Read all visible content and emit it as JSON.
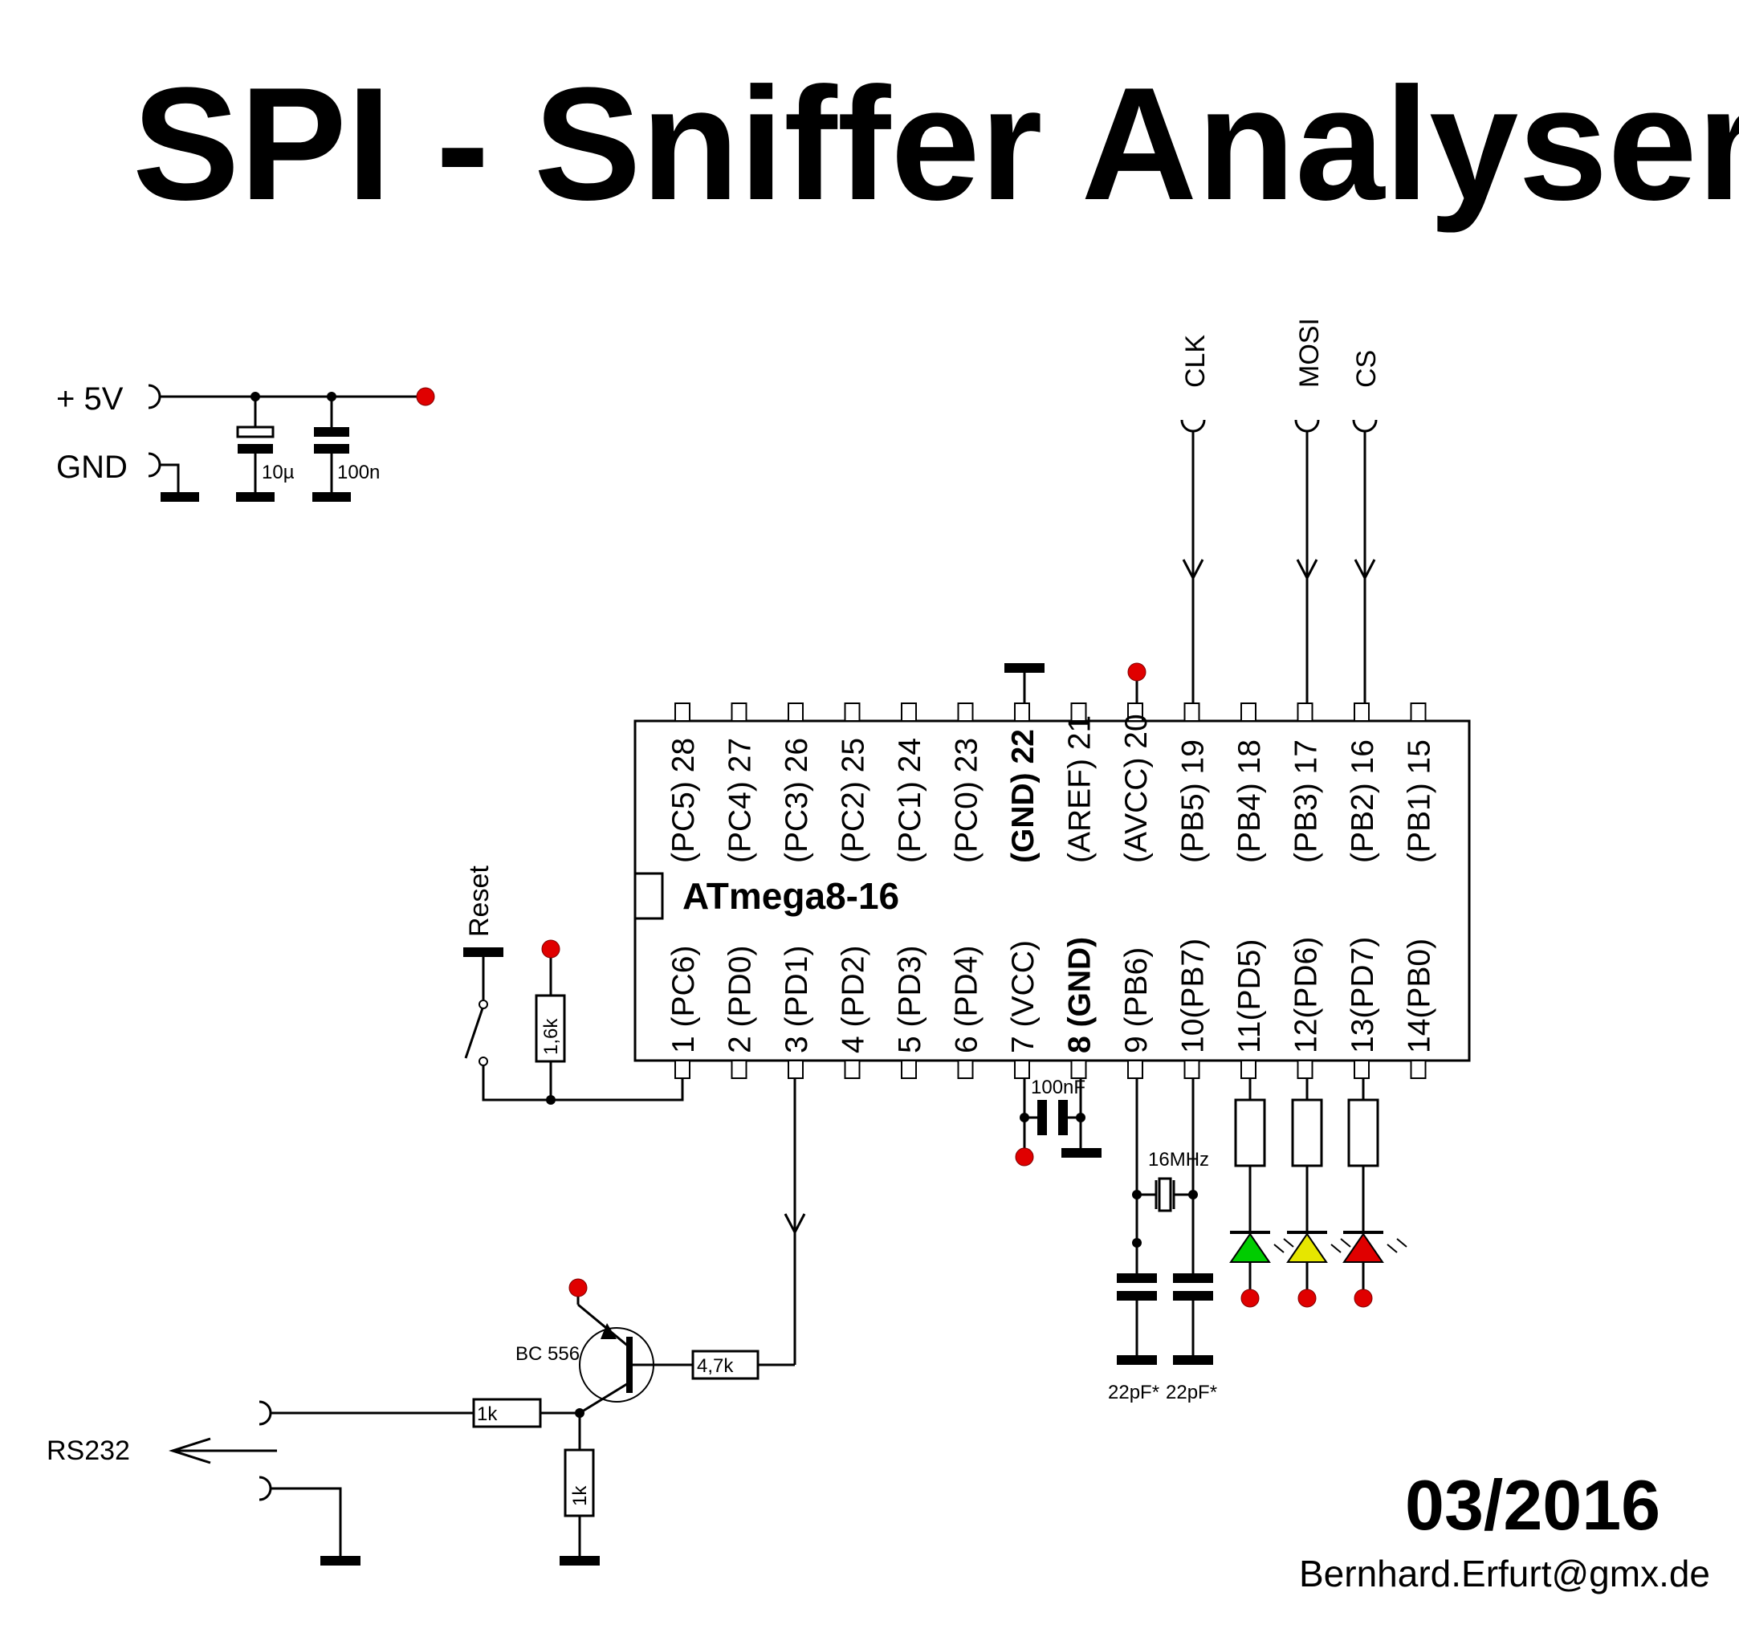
{
  "title": "SPI - Sniffer Analyser",
  "power": {
    "vcc_label": "+ 5V",
    "gnd_label": "GND",
    "c1": "10µ",
    "c2": "100n"
  },
  "spi": {
    "clk": "CLK",
    "mosi": "MOSI",
    "cs": "CS"
  },
  "chip": {
    "name": "ATmega8-16",
    "top_pins": [
      {
        "label": "(PC5) 28",
        "bold": false
      },
      {
        "label": "(PC4) 27",
        "bold": false
      },
      {
        "label": "(PC3) 26",
        "bold": false
      },
      {
        "label": "(PC2) 25",
        "bold": false
      },
      {
        "label": "(PC1) 24",
        "bold": false
      },
      {
        "label": "(PC0) 23",
        "bold": false
      },
      {
        "label": "(GND) 22",
        "bold": true
      },
      {
        "label": "(AREF) 21",
        "bold": false
      },
      {
        "label": "(AVCC) 20",
        "bold": false
      },
      {
        "label": "(PB5) 19",
        "bold": false
      },
      {
        "label": "(PB4) 18",
        "bold": false
      },
      {
        "label": "(PB3) 17",
        "bold": false
      },
      {
        "label": "(PB2) 16",
        "bold": false
      },
      {
        "label": "(PB1) 15",
        "bold": false
      }
    ],
    "bottom_pins": [
      {
        "label": "1 (PC6)",
        "bold": false
      },
      {
        "label": "2 (PD0)",
        "bold": false
      },
      {
        "label": "3 (PD1)",
        "bold": false
      },
      {
        "label": "4 (PD2)",
        "bold": false
      },
      {
        "label": "5 (PD3)",
        "bold": false
      },
      {
        "label": "6 (PD4)",
        "bold": false
      },
      {
        "label": "7 (VCC)",
        "bold": false
      },
      {
        "label": "8 (GND)",
        "bold": true
      },
      {
        "label": "9 (PB6)",
        "bold": false
      },
      {
        "label": "10(PB7)",
        "bold": false
      },
      {
        "label": "11(PD5)",
        "bold": false
      },
      {
        "label": "12(PD6)",
        "bold": false
      },
      {
        "label": "13(PD7)",
        "bold": false
      },
      {
        "label": "14(PB0)",
        "bold": false
      }
    ]
  },
  "reset": {
    "label": "Reset",
    "resistor": "1,6k"
  },
  "decoupling": {
    "label": "100nF"
  },
  "crystal": {
    "label": "16MHz",
    "c_left": "22pF*",
    "c_right": "22pF*"
  },
  "leds": {
    "colors": [
      "#00cc00",
      "#e6e600",
      "#e00000"
    ]
  },
  "transistor": {
    "label": "BC 556",
    "r_base": "4,7k",
    "r_out": "1k",
    "r_pull": "1k"
  },
  "rs232": {
    "label": "RS232"
  },
  "colors": {
    "supply_dot": "#e00000",
    "wire": "#000000"
  },
  "footer": {
    "date": "03/2016",
    "email": "Bernhard.Erfurt@gmx.de"
  }
}
